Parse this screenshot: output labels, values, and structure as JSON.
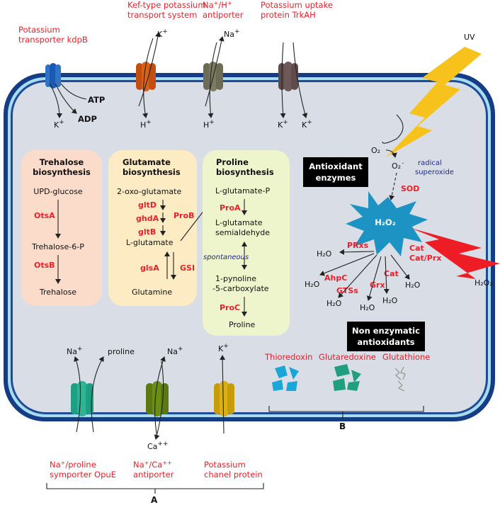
{
  "transporters": {
    "kdpB": "Potassium transporter kdpB",
    "kef": "Kef-type potassium transport system",
    "naH": "Na⁺/H⁺ antiporter",
    "trkAH": "Potassium uptake protein TrkAH",
    "opuE": "Na⁺/proline symporter OpuE",
    "naCa": "Na⁺/Ca⁺⁺ antiporter",
    "kChannel": "Potassium chanel protein"
  },
  "ions": {
    "k": "K⁺",
    "na": "Na⁺",
    "h": "H⁺",
    "ca": "Ca⁺⁺",
    "proline": "proline",
    "atp": "ATP",
    "adp": "ADP"
  },
  "uv": "UV",
  "trehalose": {
    "title_line1": "Trehalose",
    "title_line2": "biosynthesis",
    "s1": "UPD-glucose",
    "e1": "OtsA",
    "s2": "Trehalose-6-P",
    "e2": "OtsB",
    "s3": "Trehalose"
  },
  "glutamate": {
    "title_line1": "Glutamate",
    "title_line2": "biosynthesis",
    "s1": "2-oxo-glutamate",
    "e1": "gltD",
    "e2": "ghdA",
    "e3": "gltB",
    "s2": "L-glutamate",
    "e4": "glsA",
    "e5": "GSI",
    "s3": "Glutamine",
    "e6": "ProB"
  },
  "proline": {
    "title_line1": "Proline",
    "title_line2": "biosynthesis",
    "s1": "L-glutamate-P",
    "e1": "ProA",
    "s2_line1": "L-glutamate",
    "s2_line2": "semialdehyde",
    "spont": "spontaneous",
    "s3_line1": "1-pynoline",
    "s3_line2": "-5-carboxylate",
    "e2": "ProC",
    "s4": "Proline"
  },
  "antioxidant": {
    "box_line1": "Antioxidant",
    "box_line2": "enzymes",
    "o2": "O₂",
    "o2rad": "O₂˙",
    "radical_line1": "radical",
    "radical_line2": "superoxide",
    "sod": "SOD",
    "h2o2": "H₂O₂",
    "h2o2_out": "H₂O₂",
    "water": "H₂O",
    "enzymes": [
      "PRxs",
      "AhpC",
      "GTSs",
      "Grx",
      "Cat",
      "Cat",
      "Cat/Prx"
    ]
  },
  "nonenzymatic": {
    "box_line1": "Non enzymatic",
    "box_line2": "antioxidants",
    "items": [
      "Thioredoxin",
      "Glutaredoxine",
      "Glutathione"
    ]
  },
  "labels": {
    "a": "A",
    "b": "B"
  }
}
